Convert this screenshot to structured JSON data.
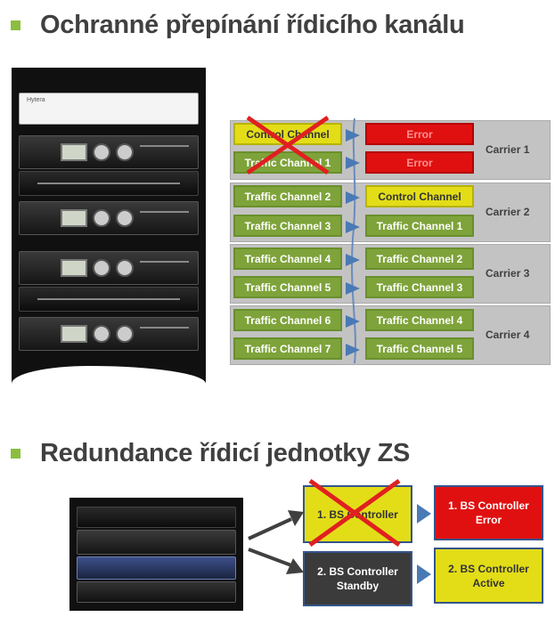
{
  "section1": {
    "heading": "Ochranné přepínání řídicího kanálu",
    "carriers": [
      {
        "label": "Carrier 1",
        "left": {
          "text": "Control Channel",
          "color": "yellow"
        },
        "left2": {
          "text": "Traffic  Channel 1",
          "color": "green"
        },
        "right": {
          "text": "Error",
          "color": "red"
        },
        "right2": {
          "text": "Error",
          "color": "red"
        }
      },
      {
        "label": "Carrier 2",
        "left": {
          "text": "Traffic Channel 2",
          "color": "green"
        },
        "left2": {
          "text": "Traffic  Channel 3",
          "color": "green"
        },
        "right": {
          "text": "Control Channel",
          "color": "yellow"
        },
        "right2": {
          "text": "Traffic Channel 1",
          "color": "green"
        }
      },
      {
        "label": "Carrier 3",
        "left": {
          "text": "Traffic Channel 4",
          "color": "green"
        },
        "left2": {
          "text": "Traffic  Channel 5",
          "color": "green"
        },
        "right": {
          "text": "Traffic Channel 2",
          "color": "green"
        },
        "right2": {
          "text": "Traffic Channel 3",
          "color": "green"
        }
      },
      {
        "label": "Carrier 4",
        "left": {
          "text": "Traffic Channel 6",
          "color": "green"
        },
        "left2": {
          "text": "Traffic  Channel 7",
          "color": "green"
        },
        "right": {
          "text": "Traffic Channel 4",
          "color": "green"
        },
        "right2": {
          "text": "Traffic Channel 5",
          "color": "green"
        }
      }
    ],
    "rack_brand": "Hytera"
  },
  "section2": {
    "heading": "Redundance řídicí jednotky ZS",
    "controller1": "1. BS Controller",
    "controller1_error": "1. BS Controller Error",
    "controller1_error_l1": "1. BS Controller",
    "controller1_error_l2": "Error",
    "controller2_standby_l1": "2. BS Controller",
    "controller2_standby_l2": "Standby",
    "controller2_active_l1": "2. BS Controller",
    "controller2_active_l2": "Active"
  },
  "colors": {
    "bullet": "#8cbd3f",
    "green": "#7ea33a",
    "yellow": "#e3dd18",
    "red": "#e01010",
    "arrow": "#4a7ab5",
    "cross": "#e02020"
  }
}
